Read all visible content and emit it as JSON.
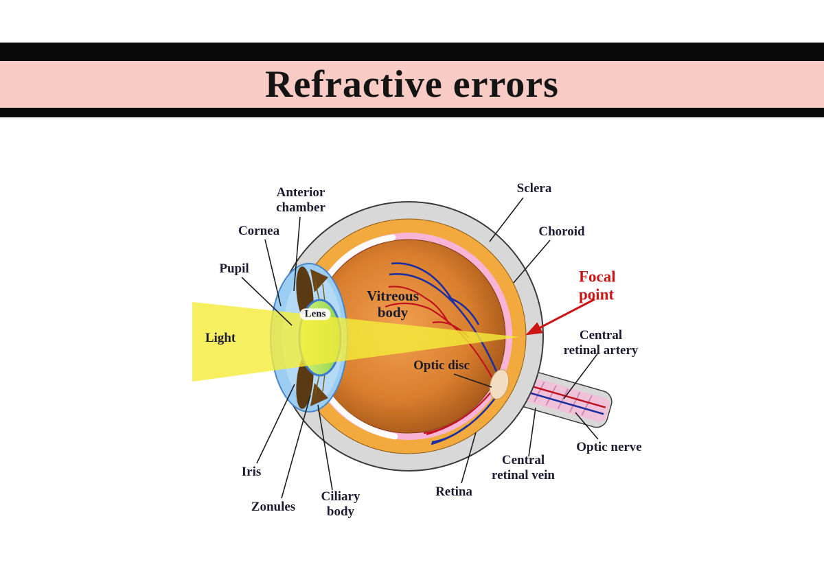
{
  "header": {
    "title": "Refractive errors"
  },
  "colors": {
    "banner_pink": "#f8cbc4",
    "banner_black": "#0a0a0a",
    "label_color": "#1c1c30",
    "focal_red": "#cc1414",
    "beam_yellow": "#f4ec3a",
    "sclera_gray": "#d8d8d8",
    "choroid_orange": "#f2a93e",
    "retina_pink": "#f7b4d7",
    "vitreous_center": "#f0a050",
    "vitreous_edge": "#8e4510",
    "lens_green": "#a8e05c",
    "cornea_blue": "#9ccdf2",
    "artery_red": "#c1121f",
    "vein_blue": "#1b2fa0"
  },
  "diagram": {
    "labels": {
      "anterior_chamber": {
        "line1": "Anterior",
        "line2": "chamber"
      },
      "cornea": {
        "text": "Cornea"
      },
      "pupil": {
        "text": "Pupil"
      },
      "light": {
        "text": "Light"
      },
      "lens": {
        "text": "Lens"
      },
      "vitreous_body": {
        "line1": "Vitreous",
        "line2": "body"
      },
      "optic_disc": {
        "text": "Optic disc"
      },
      "sclera": {
        "text": "Sclera"
      },
      "choroid": {
        "text": "Choroid"
      },
      "focal_point": {
        "line1": "Focal",
        "line2": "point"
      },
      "central_retinal_artery": {
        "line1": "Central",
        "line2": "retinal artery"
      },
      "optic_nerve": {
        "text": "Optic nerve"
      },
      "central_retinal_vein": {
        "line1": "Central",
        "line2": "retinal vein"
      },
      "retina": {
        "text": "Retina"
      },
      "iris": {
        "text": "Iris"
      },
      "zonules": {
        "text": "Zonules"
      },
      "ciliary_body": {
        "line1": "Ciliary",
        "line2": "body"
      }
    }
  }
}
